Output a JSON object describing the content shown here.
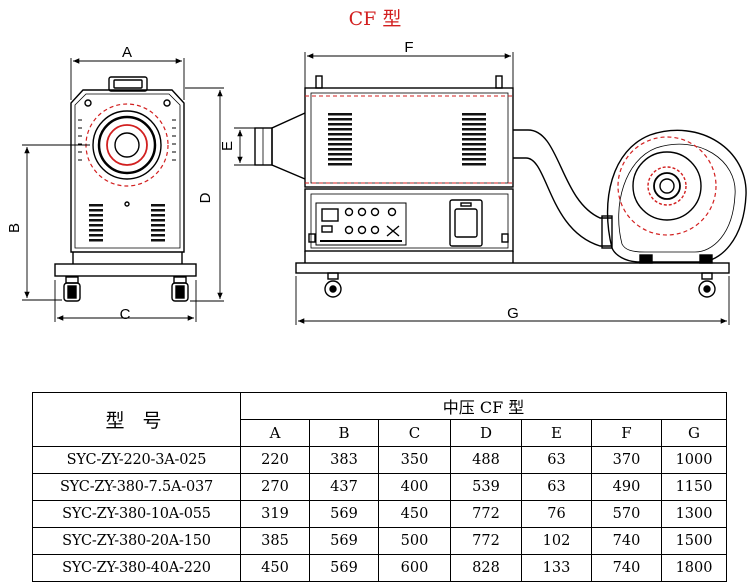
{
  "title": "CF 型",
  "drawing": {
    "front_view": {
      "dim_top": "A",
      "dim_left": "B",
      "dim_bottom": "C",
      "dim_right": "D"
    },
    "side_view": {
      "dim_top": "F",
      "dim_left": "E",
      "dim_bottom": "G"
    }
  },
  "table": {
    "model_header": "型 号",
    "group_header": "中压 CF 型",
    "columns": [
      "A",
      "B",
      "C",
      "D",
      "E",
      "F",
      "G"
    ],
    "rows": [
      {
        "model": "SYC-ZY-220-3A-025",
        "values": [
          "220",
          "383",
          "350",
          "488",
          "63",
          "370",
          "1000"
        ]
      },
      {
        "model": "SYC-ZY-380-7.5A-037",
        "values": [
          "270",
          "437",
          "400",
          "539",
          "63",
          "490",
          "1150"
        ]
      },
      {
        "model": "SYC-ZY-380-10A-055",
        "values": [
          "319",
          "569",
          "450",
          "772",
          "76",
          "570",
          "1300"
        ]
      },
      {
        "model": "SYC-ZY-380-20A-150",
        "values": [
          "385",
          "569",
          "500",
          "772",
          "102",
          "740",
          "1500"
        ]
      },
      {
        "model": "SYC-ZY-380-40A-220",
        "values": [
          "450",
          "569",
          "600",
          "828",
          "133",
          "740",
          "1800"
        ]
      }
    ]
  }
}
